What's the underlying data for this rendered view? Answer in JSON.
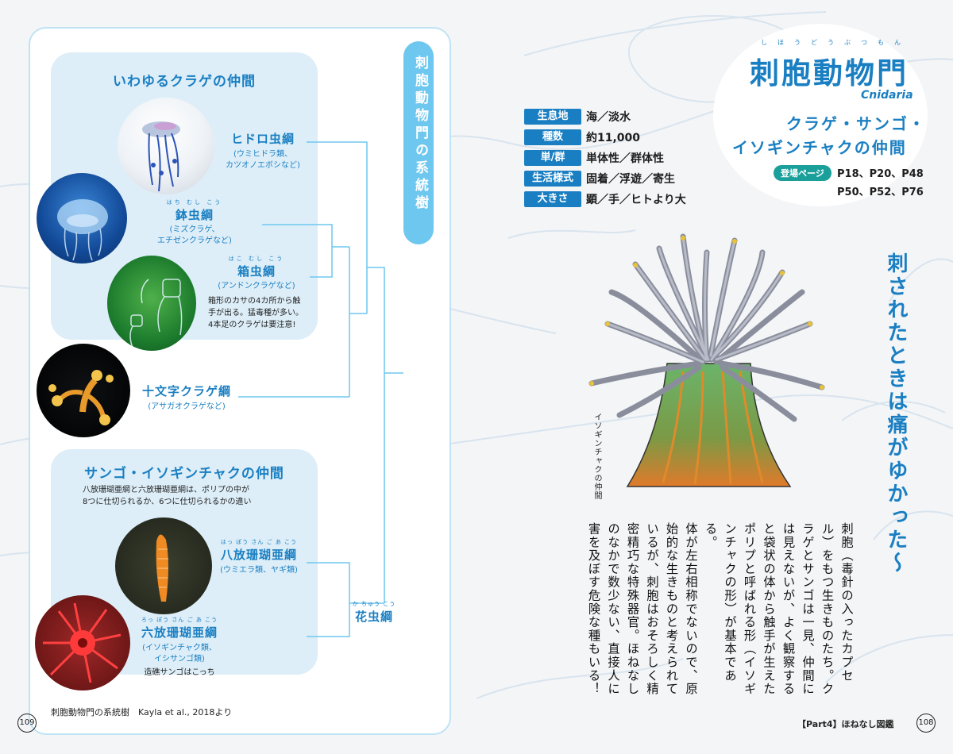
{
  "left_page": {
    "tree_tab_title": "刺胞動物門の系統樹",
    "group_jellyfish": {
      "title": "いわゆるクラゲの仲間",
      "hydrozoa": {
        "name": "ヒドロ虫綱",
        "examples": [
          "(ウミヒドラ類、",
          "カツオノエボシなど)"
        ]
      },
      "scyphozoa": {
        "ruby": "はち むし こう",
        "name": "鉢虫綱",
        "examples": [
          "(ミズクラゲ、",
          "エチゼンクラゲなど)"
        ]
      },
      "cubozoa": {
        "ruby": "はこ むし こう",
        "name": "箱虫綱",
        "examples": [
          "(アンドンクラゲなど)"
        ],
        "note": [
          "箱形のカサの4カ所から触",
          "手が出る。猛毒種が多い。",
          "4本足のクラゲは要注意!"
        ]
      }
    },
    "staurozoa": {
      "name": "十文字クラゲ綱",
      "examples": [
        "(アサガオクラゲなど)"
      ]
    },
    "group_coral": {
      "title": "サンゴ・イソギンチャクの仲間",
      "description": [
        "八放珊瑚亜綱と六放珊瑚亜綱は、ポリプの中が",
        "8つに仕切られるか、6つに仕切られるかの違い"
      ],
      "octocorallia": {
        "ruby": "はっ ぽう さん ご あ こう",
        "name": "八放珊瑚亜綱",
        "examples": [
          "(ウミエラ類、ヤギ類)"
        ]
      },
      "hexacorallia": {
        "ruby": "ろっ ぽう さん ご あ こう",
        "name": "六放珊瑚亜綱",
        "examples": [
          "(イソギンチャク類、",
          "イシサンゴ類)"
        ],
        "note": "造礁サンゴはこっち"
      }
    },
    "anthozoa": {
      "ruby": "か ちゅう こう",
      "name": "花虫綱"
    },
    "source_caption": "刺胞動物門の系統樹　Kayla et al., 2018より",
    "page_number": "109"
  },
  "right_page": {
    "title_ruby": "しほうどうぶつもん",
    "title": "刺胞動物門",
    "latin_name": "Cnidaria",
    "subtitle_lines": [
      "クラゲ・サンゴ・",
      "イソギンチャクの仲間"
    ],
    "info": [
      {
        "label": "生息地",
        "value": "海／淡水"
      },
      {
        "label": "種数",
        "value": "約11,000"
      },
      {
        "label": "単/群",
        "value": "単体性／群体性"
      },
      {
        "label": "生活様式",
        "value": "固着／浮遊／寄生"
      },
      {
        "label": "大きさ",
        "value": "顕／手／ヒトより大"
      }
    ],
    "appearance_label": "登場ページ",
    "appearance_pages": [
      "P18、P20、P48",
      "P50、P52、P76"
    ],
    "illustration_caption": "イソギンチャクの仲間",
    "catchphrase": "刺されたときは痛がゆかった〜",
    "body_columns": [
      "刺胞（毒針の入ったカプセ",
      "ル）をもつ生きものたち。ク",
      "ラゲとサンゴは一見、仲間に",
      "は見えないが、よく観察する",
      "と袋状の体から触手が生えた",
      "ポリプと呼ばれる形（イソギ",
      "ンチャクの形）が基本である。",
      "体が左右相称でないので、原",
      "始的な生きものと考えられて",
      "いるが、刺胞はおそろしく精",
      "密精巧な特殊器官。ほねなし",
      "のなかで数少ない、直接人に",
      "害を及ぼす危険な種もいる！"
    ],
    "footer_section": "【Part4】ほねなし図鑑",
    "page_number": "108"
  },
  "colors": {
    "accent_blue": "#1a7fc2",
    "tab_cyan": "#6ec7ef",
    "group_bg": "#ddeef8",
    "badge_teal": "#1a9f9a"
  }
}
